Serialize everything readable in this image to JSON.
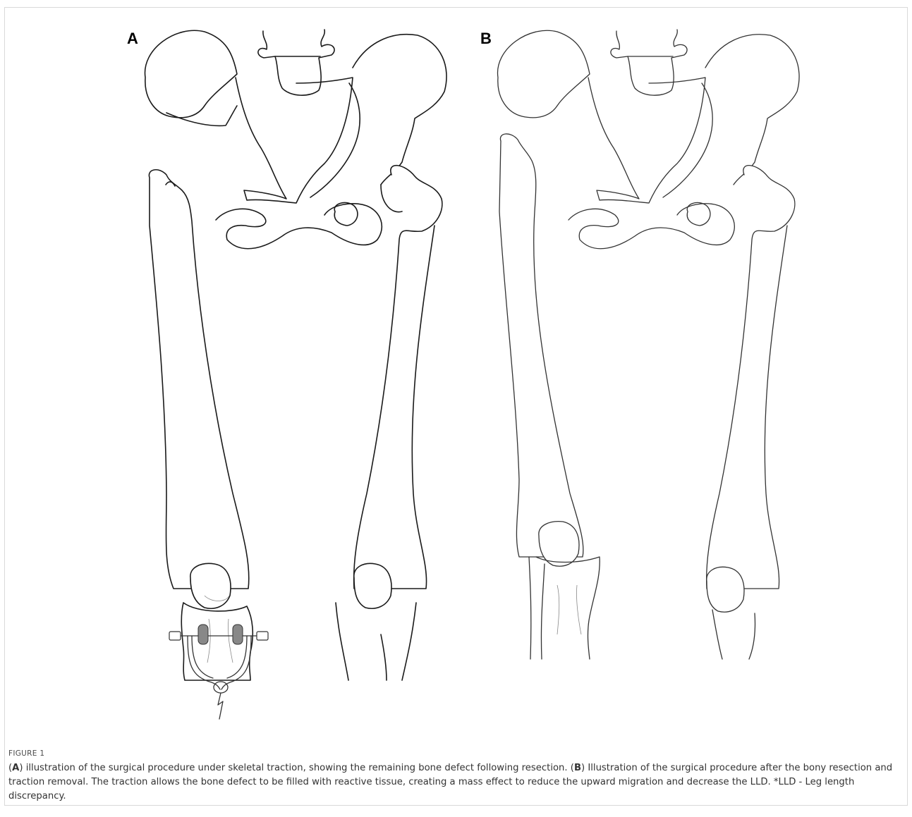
{
  "panels": [
    {
      "label": "A"
    },
    {
      "label": "B"
    }
  ],
  "figure": {
    "label": "FIGURE 1",
    "caption_a_label": "A",
    "caption_a_text": ") illustration of the surgical procedure under skeletal traction, showing the remaining bone defect following resection. (",
    "caption_b_label": "B",
    "caption_b_text": ") Illustration of the surgical procedure after the bony resection and traction removal. The traction allows the bone defect to be filled with reactive tissue, creating a mass effect to reduce the upward migration and decrease the LLD. *LLD - Leg length discrepancy."
  }
}
